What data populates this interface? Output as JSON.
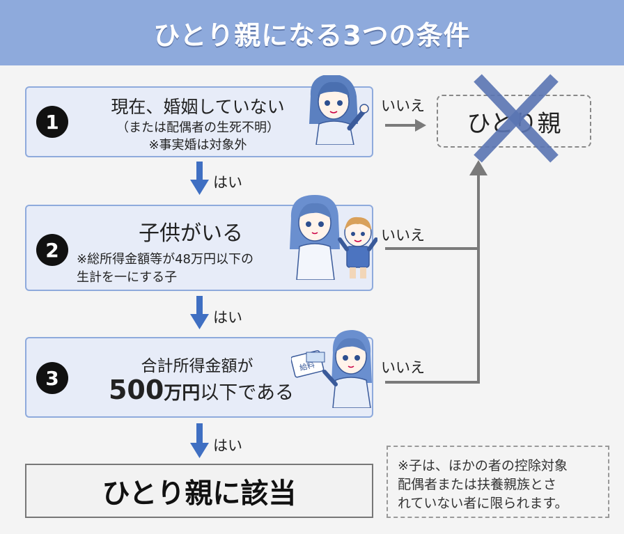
{
  "header": {
    "title": "ひとり親になる3つの条件"
  },
  "steps": [
    {
      "badge": "1",
      "main": "現在、婚姻していない",
      "sub": "（または配偶者の生死不明）",
      "note": "※事実婚は対象外"
    },
    {
      "badge": "2",
      "main": "子供がいる",
      "sub_line1": "※総所得金額等が48万円以下の",
      "sub_line2": "生計を一にする子"
    },
    {
      "badge": "3",
      "line1": "合計所得金額が",
      "amount": "500",
      "unit": "万円",
      "rest": "以下である"
    }
  ],
  "labels": {
    "yes": "はい",
    "no": "いいえ"
  },
  "target": {
    "text": "ひとり親"
  },
  "result": {
    "text": "ひとり親に該当"
  },
  "footnote": {
    "line1": "※子は、ほかの者の控除対象",
    "line2": "配偶者または扶養親族とさ",
    "line3": "れていない者に限られます。"
  },
  "illustration_text": "給料",
  "colors": {
    "header_bg": "#8eaadc",
    "step_bg": "#e7ecf8",
    "step_border": "#8eaadc",
    "arrow_down": "#3f6fc2",
    "connector": "#7a7a7a",
    "cross": "#5a74b3"
  }
}
